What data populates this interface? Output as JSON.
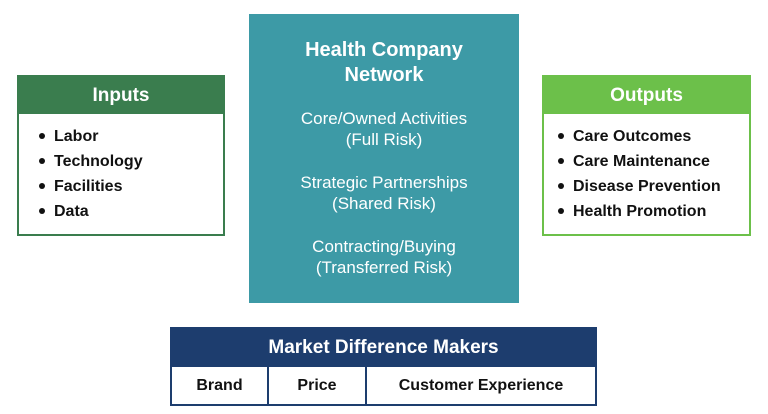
{
  "inputs": {
    "title": "Inputs",
    "items": [
      "Labor",
      "Technology",
      "Facilities",
      "Data"
    ]
  },
  "network": {
    "title": "Health Company Network",
    "items": [
      {
        "line1": "Core/Owned Activities",
        "line2": "(Full Risk)"
      },
      {
        "line1": "Strategic Partnerships",
        "line2": "(Shared Risk)"
      },
      {
        "line1": "Contracting/Buying",
        "line2": "(Transferred Risk)"
      }
    ]
  },
  "outputs": {
    "title": "Outputs",
    "items": [
      "Care Outcomes",
      "Care Maintenance",
      "Disease Prevention",
      "Health Promotion"
    ]
  },
  "market": {
    "title": "Market Difference Makers",
    "cells": [
      "Brand",
      "Price",
      "Customer Experience"
    ]
  },
  "colors": {
    "inputs": "#3a7d4e",
    "network": "#3d9aa6",
    "outputs": "#6cc04a",
    "market": "#1d3d6e"
  }
}
